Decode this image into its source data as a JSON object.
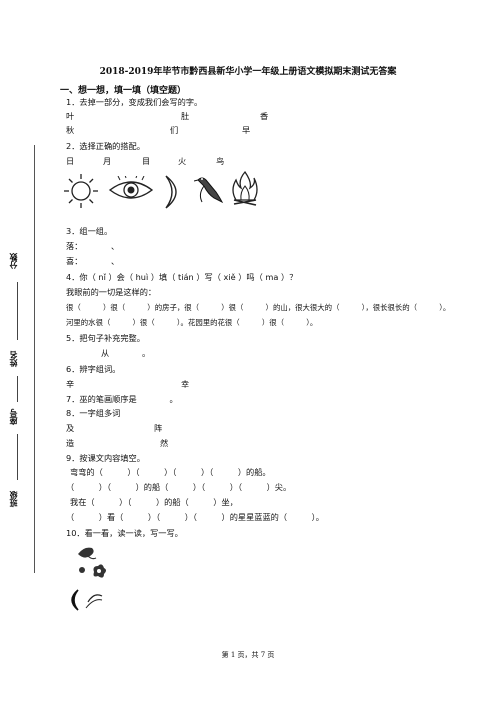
{
  "title": "2018-2019年毕节市黔西县新华小学一年级上册语文模拟期末测试无答案",
  "section1": "一、想一想，填一填（填空题）",
  "q1": {
    "heading": "1．去掉一部分，变成我们会写的字。",
    "row1": [
      "叶",
      "肚",
      "香"
    ],
    "row2": [
      "秋",
      "们",
      "早"
    ]
  },
  "q2": {
    "heading": "2．选择正确的搭配。",
    "chars": [
      "日",
      "月",
      "目",
      "火",
      "鸟"
    ]
  },
  "q3": {
    "heading": "3．组一组。",
    "row1": "落：　　　　、",
    "row2": "喜：　　　　、"
  },
  "q4": {
    "heading": "4．你（ nǐ ）会（ huì ）填（ tián ）写（ xiě ）吗（ ma ）？",
    "line1": "我眼前的一切是这样的：",
    "line2": "很（　　　）很（　　　）的房子，很（　　　）很（　　　）的山，很大很大的（　　　），很长很长的（　　　）。",
    "line3": "河里的水很（　　　）很（　　　）。花园里的花很（　　　）很（　　　）。"
  },
  "q5": {
    "heading": "5．把句子补充完整。",
    "line": "从　　　　。"
  },
  "q6": {
    "heading": "6．辨字组词。",
    "chars": [
      "辛",
      "幸"
    ]
  },
  "q7": {
    "heading": "7．巫的笔画顺序是　　　　。"
  },
  "q8": {
    "heading": "8．一字组多词",
    "row1": [
      "及",
      "阵"
    ],
    "row2": [
      "造",
      "然"
    ]
  },
  "q9": {
    "heading": "9．按课文内容填空。",
    "line1": "弯弯的（　　　）（　　　）（　　　）（　　　）的船。",
    "line2": "（　　　）（　　　）的船（　　　）（　　　）（　　　）尖。",
    "line3": "我在（　　　）（　　　）的船（　　　）坐，",
    "line4": "（　　　）看（　　　）（　　　）（　　　）的星星蓝蓝的（　　　）。"
  },
  "q10": {
    "heading": "10．看一看，读一读，写一写。"
  },
  "binding": [
    "分数",
    "姓名",
    "座号",
    "班级"
  ],
  "footer": "第 1 页，共 7 页"
}
